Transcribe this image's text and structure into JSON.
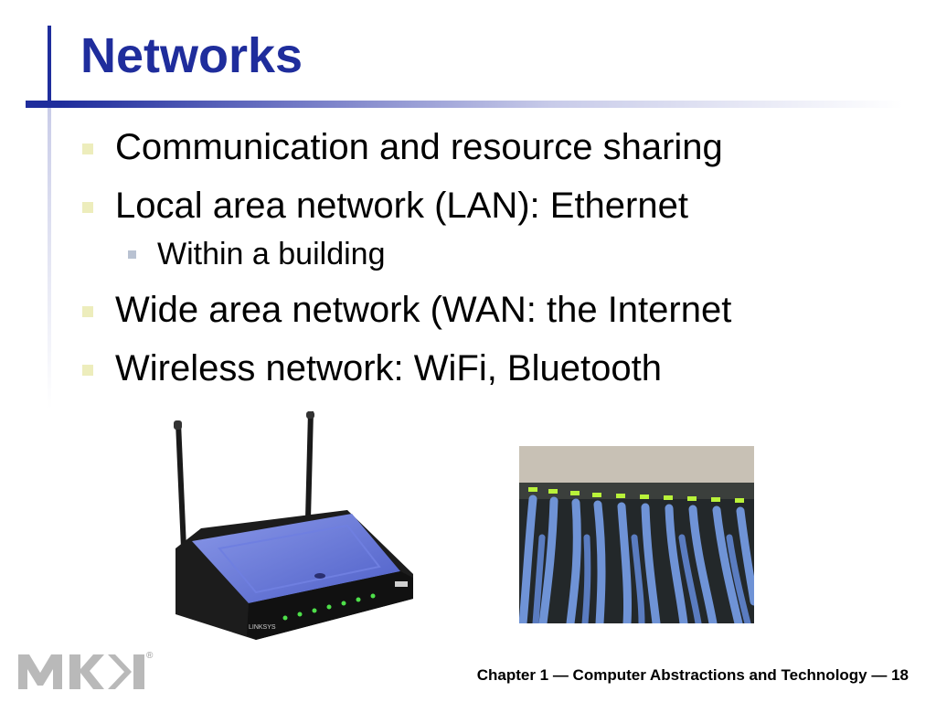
{
  "slide": {
    "title": "Networks",
    "bullets": [
      {
        "text": "Communication and resource sharing",
        "level": 1
      },
      {
        "text": "Local area network (LAN): Ethernet",
        "level": 1
      },
      {
        "text": "Within a building",
        "level": 2
      },
      {
        "text": "Wide area network (WAN: the Internet",
        "level": 1
      },
      {
        "text": "Wireless network: WiFi, Bluetooth",
        "level": 1
      }
    ],
    "router_brand": "LINKSYS",
    "logo_mark": "®",
    "footer": "Chapter 1 — Computer Abstractions and Technology — 18"
  },
  "colors": {
    "title": "#1f2d9c",
    "accent_bar": "#1f2d9c",
    "bullet_level1": "#ededbc",
    "bullet_level2": "#b9c2d2"
  }
}
